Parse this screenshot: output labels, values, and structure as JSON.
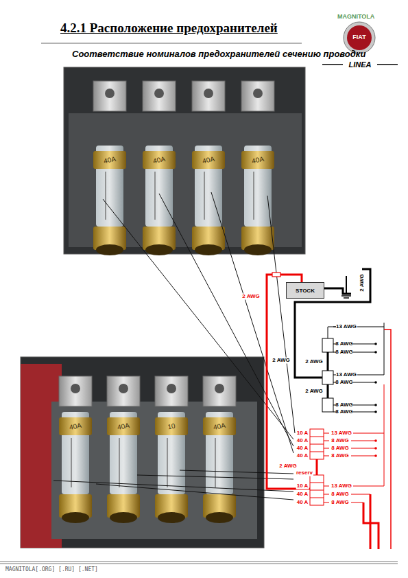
{
  "diagram": {
    "title": "4.2.1 Расположение предохранителей",
    "nodes": [
      {
        "text": [
          "STOCK"
        ]
      }
    ],
    "labels": [
      "Соответствие номиналов предохранителей сечению проводки",
      "FIAT",
      "LINEA",
      "MAGNITOLA",
      "MAGNITOLA[.ORG] [.RU] [.NET]",
      "40A",
      "40A",
      "40A",
      "40A",
      "40A",
      "40A",
      "10",
      "40A",
      "2 AWG",
      "2 AWG",
      "13 AWG",
      "8 AWG",
      "8 AWG",
      "2 AWG",
      "2 AWG",
      "13 AWG",
      "8 AWG",
      "2 AWG",
      "8 AWG",
      "8 AWG",
      "10 A",
      "40 A",
      "40 A",
      "40 A",
      "13 AWG",
      "8 AWG",
      "8 AWG",
      "8 AWG",
      "2 AWG",
      "reserv",
      "10 A",
      "40 A",
      "40 A",
      "13 AWG",
      "8 AWG",
      "8 AWG"
    ]
  }
}
